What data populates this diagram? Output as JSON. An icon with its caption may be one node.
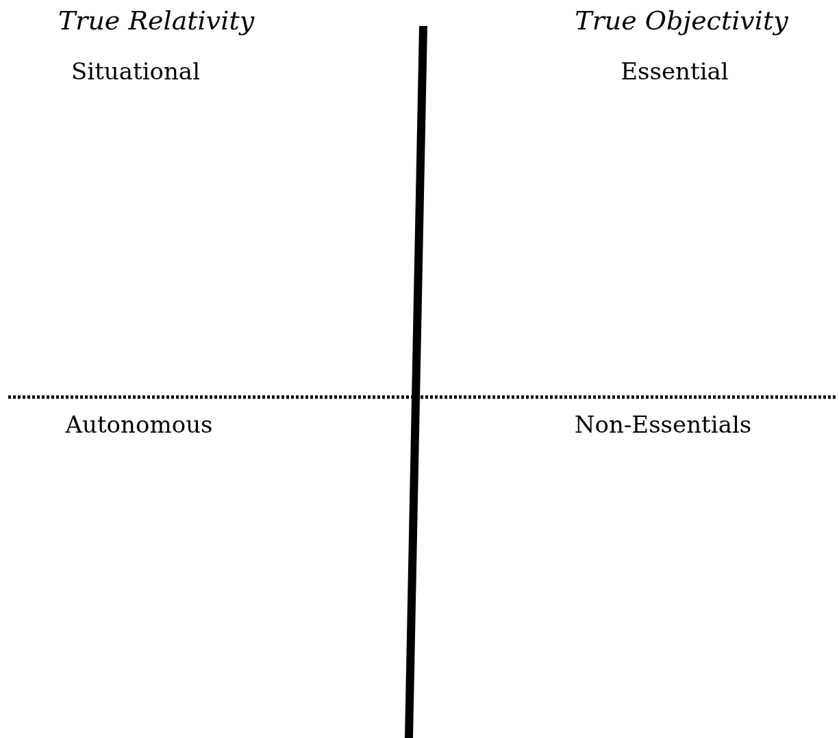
{
  "diagram": {
    "labels": [
      "True Relativity",
      "True Objectivity",
      "Situational",
      "Essential",
      "Autonomous",
      "Non-Essentials"
    ]
  }
}
